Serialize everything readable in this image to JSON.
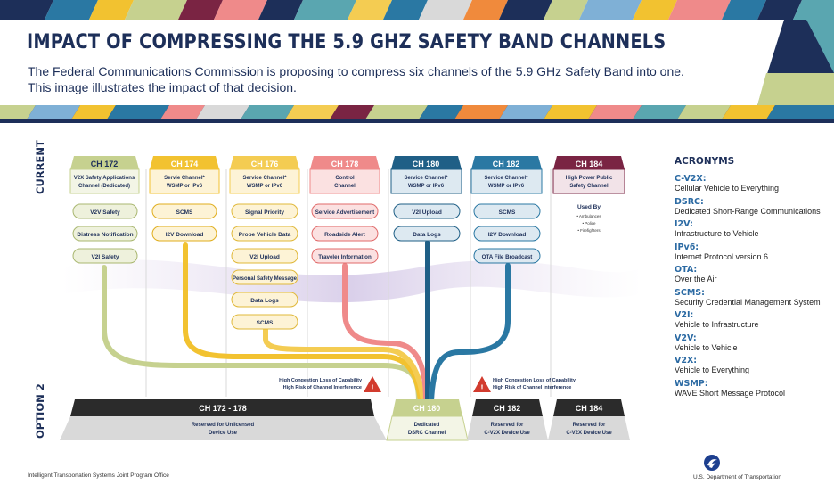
{
  "header": {
    "title": "IMPACT OF COMPRESSING THE 5.9 GHZ SAFETY BAND CHANNELS",
    "subtitle_line1": "The Federal Communications Commission is proposing to compress six channels of the 5.9 GHz Safety Band into one.",
    "subtitle_line2": "This image illustrates the impact of that decision."
  },
  "labels": {
    "current": "CURRENT",
    "option2": "OPTION 2"
  },
  "colors": {
    "ch172": "#c6d18f",
    "ch174": "#f2c230",
    "ch176": "#f4cc52",
    "ch178": "#ef8a8a",
    "ch180": "#1f5f86",
    "ch182": "#2a78a3",
    "ch184": "#7a2443",
    "navy": "#1d2f59",
    "dark": "#2b2b2b"
  },
  "channels": [
    {
      "name": "CH 172",
      "desc1": "V2X Safety Applications",
      "desc2": "Channel (Dedicated)",
      "items": [
        "V2V Safety",
        "Distress Notification",
        "V2I Safety"
      ]
    },
    {
      "name": "CH 174",
      "desc1": "Servie Channel*",
      "desc2": "WSMP or IPv6",
      "items": [
        "SCMS",
        "I2V Download"
      ]
    },
    {
      "name": "CH 176",
      "desc1": "Service Channel*",
      "desc2": "WSMP or IPv6",
      "items": [
        "Signal Priority",
        "Probe Vehicle Data",
        "V2I Upload",
        "Personal Safety Message",
        "Data Logs",
        "SCMS"
      ]
    },
    {
      "name": "CH 178",
      "desc1": "Control",
      "desc2": "Channel",
      "items": [
        "Service Advertisement",
        "Roadside Alert",
        "Traveler Information"
      ]
    },
    {
      "name": "CH 180",
      "desc1": "Service Channel*",
      "desc2": "WSMP or IPv6",
      "items": [
        "V2I Upload",
        "Data Logs"
      ]
    },
    {
      "name": "CH 182",
      "desc1": "Service Channel*",
      "desc2": "WSMP or IPv6",
      "items": [
        "SCMS",
        "I2V Download",
        "OTA File Broadcast"
      ]
    },
    {
      "name": "CH 184",
      "desc1": "High Power Public",
      "desc2": "Safety Channel",
      "items": []
    }
  ],
  "ch184_used_by": {
    "title": "Used By",
    "items": [
      "• Ambulances",
      "• Police",
      "• Firefighters"
    ]
  },
  "warnings": [
    {
      "line1": "High Congestion Loss of Capability",
      "line2": "High Risk of Channel Interference"
    },
    {
      "line1": "High Congestion Loss of Capability",
      "line2": "High Risk of Channel Interference"
    }
  ],
  "option2": [
    {
      "name": "CH 172 - 178",
      "desc1": "Reserved for Unlicensed",
      "desc2": "Device Use"
    },
    {
      "name": "CH 180",
      "desc1": "Dedicated",
      "desc2": "DSRC Channel"
    },
    {
      "name": "CH 182",
      "desc1": "Reserved for",
      "desc2": "C-V2X Device Use"
    },
    {
      "name": "CH 184",
      "desc1": "Reserved for",
      "desc2": "C-V2X Device Use"
    }
  ],
  "acronyms": {
    "title": "ACRONYMS",
    "items": [
      {
        "term": "C-V2X:",
        "def": "Cellular Vehicle to Everything"
      },
      {
        "term": "DSRC:",
        "def": "Dedicated Short-Range Communications"
      },
      {
        "term": "I2V:",
        "def": "Infrastructure to Vehicle"
      },
      {
        "term": "IPv6:",
        "def": "Internet Protocol version 6"
      },
      {
        "term": "OTA:",
        "def": "Over the Air"
      },
      {
        "term": "SCMS:",
        "def": "Security Credential Management System"
      },
      {
        "term": "V2I:",
        "def": "Vehicle to Infrastructure"
      },
      {
        "term": "V2V:",
        "def": "Vehicle to Vehicle"
      },
      {
        "term": "V2X:",
        "def": "Vehicle to Everything"
      },
      {
        "term": "WSMP:",
        "def": "WAVE Short Message Protocol"
      }
    ]
  },
  "footer": {
    "left": "Intelligent Transportation Systems Joint Program Office",
    "org": "U.S. Department of Transportation"
  }
}
